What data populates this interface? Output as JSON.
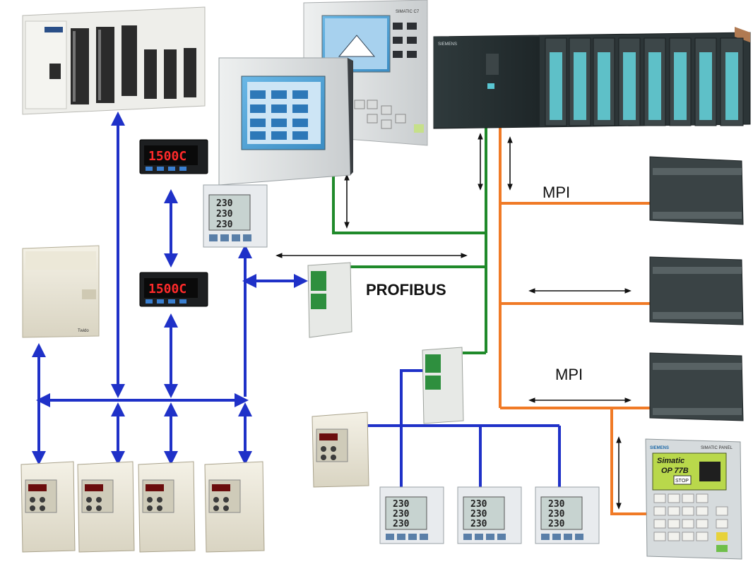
{
  "labels": {
    "profibus": "PROFIBUS",
    "mpi_top": "MPI",
    "mpi_bottom": "MPI"
  },
  "displays": {
    "temp_controller_reading": "1500C",
    "power_meter_line1": "230",
    "power_meter_line2": "230",
    "power_meter_line3": "230"
  },
  "hmi_panel": {
    "model_line1": "Simatic",
    "model_line2": "OP 77B",
    "stop_key": "STOP",
    "brand": "SIEMENS",
    "subtitle": "SIMATIC PANEL"
  },
  "touch_panels": {
    "brand_small": "SIMATIC C7"
  },
  "plc_rack": {
    "brand": "SIEMENS"
  },
  "micro_plc": {
    "brand": "Twido"
  },
  "colors": {
    "profibus_bus": "#1f8a2a",
    "mpi_bus": "#f07a26",
    "field_bus": "#1f31c8",
    "arrow": "#111111"
  }
}
